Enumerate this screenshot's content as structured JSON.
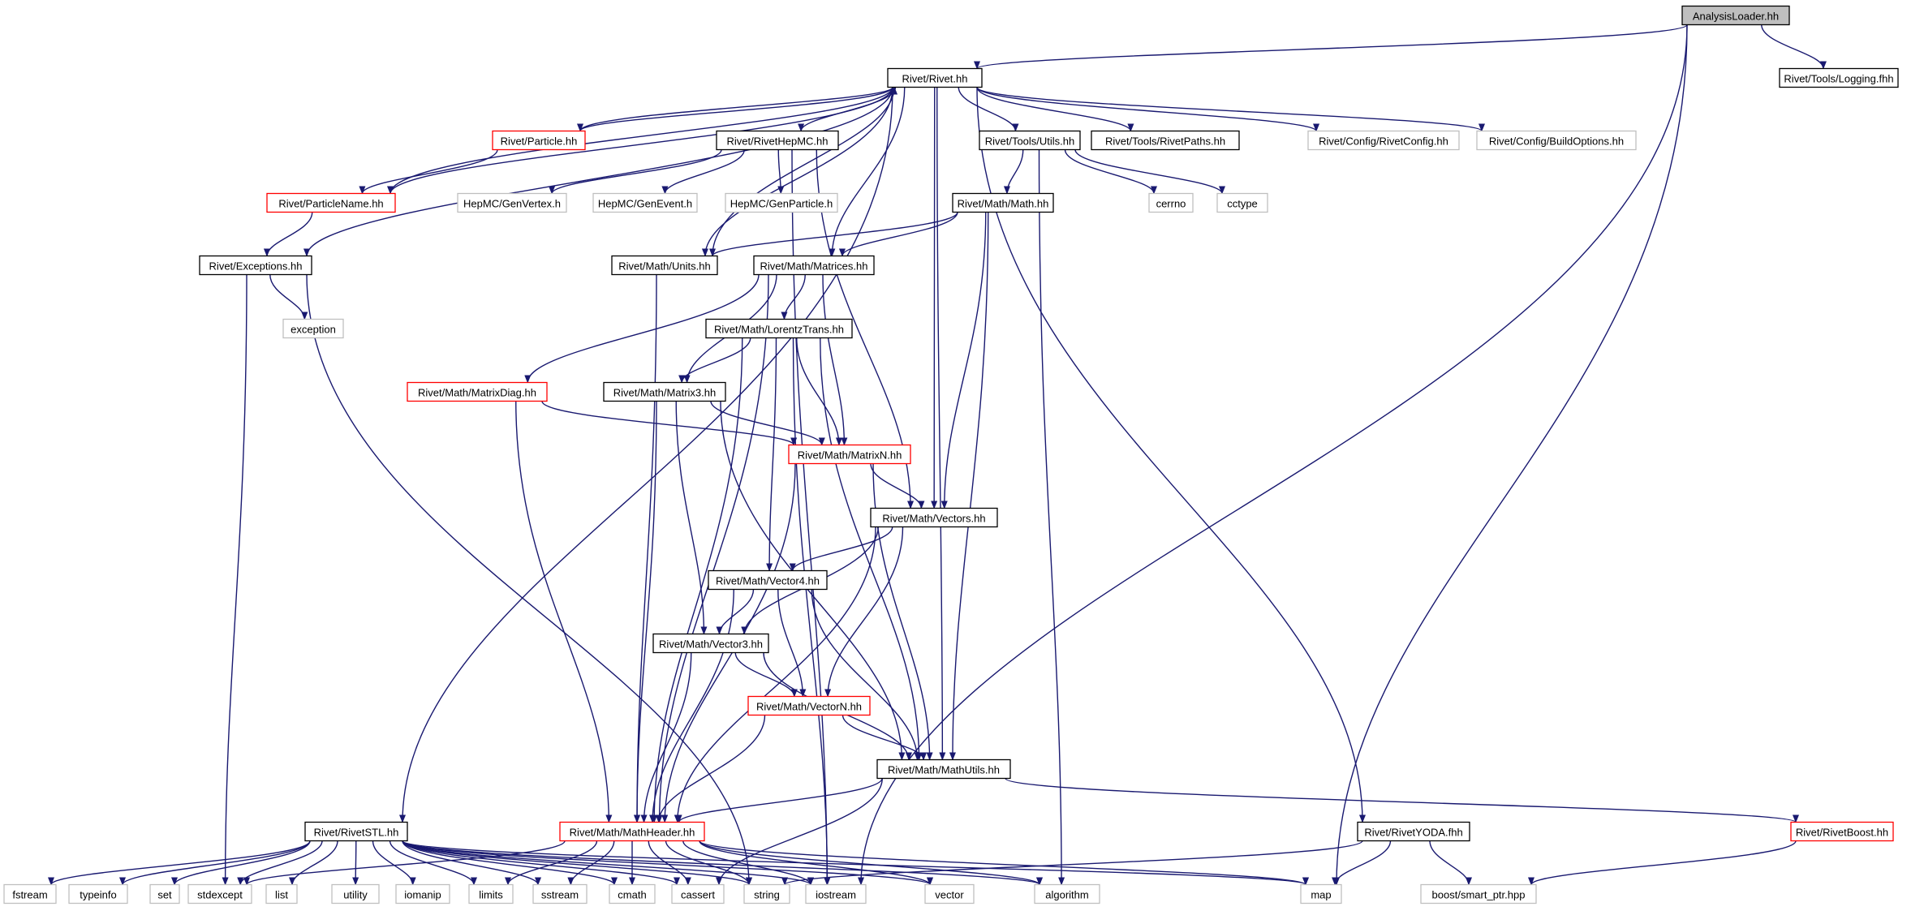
{
  "colors": {
    "edge": "#191970",
    "box_black": "#000000",
    "box_red": "#ff0000",
    "box_gray": "#bfbfbf",
    "root_fill": "#bfbfbf"
  },
  "nodes": [
    {
      "id": "analysisloader",
      "label": "AnalysisLoader.hh",
      "style": "root"
    },
    {
      "id": "rivet",
      "label": "Rivet/Rivet.hh",
      "style": "black"
    },
    {
      "id": "logging",
      "label": "Rivet/Tools/Logging.fhh",
      "style": "black"
    },
    {
      "id": "particle",
      "label": "Rivet/Particle.hh",
      "style": "red"
    },
    {
      "id": "rivethepmc",
      "label": "Rivet/RivetHepMC.hh",
      "style": "black"
    },
    {
      "id": "toolsutils",
      "label": "Rivet/Tools/Utils.hh",
      "style": "black"
    },
    {
      "id": "rivetpaths",
      "label": "Rivet/Tools/RivetPaths.hh",
      "style": "black"
    },
    {
      "id": "rivetconfig",
      "label": "Rivet/Config/RivetConfig.hh",
      "style": "gray"
    },
    {
      "id": "buildoptions",
      "label": "Rivet/Config/BuildOptions.hh",
      "style": "gray"
    },
    {
      "id": "particlename",
      "label": "Rivet/ParticleName.hh",
      "style": "red"
    },
    {
      "id": "genvertex",
      "label": "HepMC/GenVertex.h",
      "style": "gray"
    },
    {
      "id": "genevent",
      "label": "HepMC/GenEvent.h",
      "style": "gray"
    },
    {
      "id": "genparticle",
      "label": "HepMC/GenParticle.h",
      "style": "gray"
    },
    {
      "id": "mathmath",
      "label": "Rivet/Math/Math.hh",
      "style": "black"
    },
    {
      "id": "cerrno",
      "label": "cerrno",
      "style": "gray"
    },
    {
      "id": "cctype",
      "label": "cctype",
      "style": "gray"
    },
    {
      "id": "exceptions",
      "label": "Rivet/Exceptions.hh",
      "style": "black"
    },
    {
      "id": "units",
      "label": "Rivet/Math/Units.hh",
      "style": "black"
    },
    {
      "id": "matrices",
      "label": "Rivet/Math/Matrices.hh",
      "style": "black"
    },
    {
      "id": "exception",
      "label": "exception",
      "style": "gray"
    },
    {
      "id": "lorentztrans",
      "label": "Rivet/Math/LorentzTrans.hh",
      "style": "black"
    },
    {
      "id": "matrixdiag",
      "label": "Rivet/Math/MatrixDiag.hh",
      "style": "red"
    },
    {
      "id": "matrix3",
      "label": "Rivet/Math/Matrix3.hh",
      "style": "black"
    },
    {
      "id": "matrixn",
      "label": "Rivet/Math/MatrixN.hh",
      "style": "red"
    },
    {
      "id": "vectors",
      "label": "Rivet/Math/Vectors.hh",
      "style": "black"
    },
    {
      "id": "vector4",
      "label": "Rivet/Math/Vector4.hh",
      "style": "black"
    },
    {
      "id": "vector3",
      "label": "Rivet/Math/Vector3.hh",
      "style": "black"
    },
    {
      "id": "vectorn",
      "label": "Rivet/Math/VectorN.hh",
      "style": "red"
    },
    {
      "id": "mathutils",
      "label": "Rivet/Math/MathUtils.hh",
      "style": "black"
    },
    {
      "id": "rivetstl",
      "label": "Rivet/RivetSTL.hh",
      "style": "black"
    },
    {
      "id": "mathheader",
      "label": "Rivet/Math/MathHeader.hh",
      "style": "red"
    },
    {
      "id": "rivetyoda",
      "label": "Rivet/RivetYODA.fhh",
      "style": "black"
    },
    {
      "id": "rivetboost",
      "label": "Rivet/RivetBoost.hh",
      "style": "red"
    },
    {
      "id": "fstream",
      "label": "fstream",
      "style": "gray"
    },
    {
      "id": "typeinfo",
      "label": "typeinfo",
      "style": "gray"
    },
    {
      "id": "set",
      "label": "set",
      "style": "gray"
    },
    {
      "id": "stdexcept",
      "label": "stdexcept",
      "style": "gray"
    },
    {
      "id": "list",
      "label": "list",
      "style": "gray"
    },
    {
      "id": "utility",
      "label": "utility",
      "style": "gray"
    },
    {
      "id": "iomanip",
      "label": "iomanip",
      "style": "gray"
    },
    {
      "id": "limits",
      "label": "limits",
      "style": "gray"
    },
    {
      "id": "sstream",
      "label": "sstream",
      "style": "gray"
    },
    {
      "id": "cmath",
      "label": "cmath",
      "style": "gray"
    },
    {
      "id": "cassert",
      "label": "cassert",
      "style": "gray"
    },
    {
      "id": "string",
      "label": "string",
      "style": "gray"
    },
    {
      "id": "iostream",
      "label": "iostream",
      "style": "gray"
    },
    {
      "id": "vector",
      "label": "vector",
      "style": "gray"
    },
    {
      "id": "algorithm",
      "label": "algorithm",
      "style": "gray"
    },
    {
      "id": "map",
      "label": "map",
      "style": "gray"
    },
    {
      "id": "smartptr",
      "label": "boost/smart_ptr.hpp",
      "style": "gray"
    }
  ],
  "edges": [
    [
      "analysisloader",
      "rivet"
    ],
    [
      "analysisloader",
      "logging"
    ],
    [
      "analysisloader",
      "iostream"
    ],
    [
      "analysisloader",
      "map"
    ],
    [
      "rivet",
      "particle"
    ],
    [
      "rivet",
      "rivethepmc"
    ],
    [
      "rivet",
      "toolsutils"
    ],
    [
      "rivet",
      "rivetpaths"
    ],
    [
      "rivet",
      "rivetconfig"
    ],
    [
      "rivet",
      "buildoptions"
    ],
    [
      "rivet",
      "particlename"
    ],
    [
      "rivet",
      "exceptions"
    ],
    [
      "rivet",
      "units"
    ],
    [
      "rivet",
      "matrices"
    ],
    [
      "rivet",
      "vectors"
    ],
    [
      "rivet",
      "mathutils"
    ],
    [
      "rivet",
      "rivetstl"
    ],
    [
      "rivet",
      "rivetyoda"
    ],
    [
      "particle",
      "rivet"
    ],
    [
      "particle",
      "particlename"
    ],
    [
      "particlename",
      "rivet"
    ],
    [
      "particlename",
      "exceptions"
    ],
    [
      "rivethepmc",
      "genvertex"
    ],
    [
      "rivethepmc",
      "genevent"
    ],
    [
      "rivethepmc",
      "genparticle"
    ],
    [
      "rivethepmc",
      "vectors"
    ],
    [
      "rivethepmc",
      "iostream"
    ],
    [
      "toolsutils",
      "mathmath"
    ],
    [
      "toolsutils",
      "cerrno"
    ],
    [
      "toolsutils",
      "cctype"
    ],
    [
      "toolsutils",
      "algorithm"
    ],
    [
      "units",
      "rivet"
    ],
    [
      "units",
      "mathheader"
    ],
    [
      "exceptions",
      "exception"
    ],
    [
      "exceptions",
      "stdexcept"
    ],
    [
      "exceptions",
      "string"
    ],
    [
      "mathmath",
      "units"
    ],
    [
      "mathmath",
      "matrices"
    ],
    [
      "mathmath",
      "vectors"
    ],
    [
      "mathmath",
      "mathutils"
    ],
    [
      "matrices",
      "lorentztrans"
    ],
    [
      "matrices",
      "matrixdiag"
    ],
    [
      "matrices",
      "matrix3"
    ],
    [
      "matrices",
      "matrixn"
    ],
    [
      "matrices",
      "mathheader"
    ],
    [
      "lorentztrans",
      "matrix3"
    ],
    [
      "lorentztrans",
      "matrixn"
    ],
    [
      "lorentztrans",
      "vector4"
    ],
    [
      "lorentztrans",
      "mathutils"
    ],
    [
      "lorentztrans",
      "mathheader"
    ],
    [
      "lorentztrans",
      "iostream"
    ],
    [
      "matrixdiag",
      "matrixn"
    ],
    [
      "matrixdiag",
      "mathheader"
    ],
    [
      "matrix3",
      "matrixn"
    ],
    [
      "matrix3",
      "vector3"
    ],
    [
      "matrix3",
      "mathutils"
    ],
    [
      "matrix3",
      "mathheader"
    ],
    [
      "matrixn",
      "vectors"
    ],
    [
      "matrixn",
      "mathutils"
    ],
    [
      "matrixn",
      "mathheader"
    ],
    [
      "vectors",
      "vector4"
    ],
    [
      "vectors",
      "vector3"
    ],
    [
      "vectors",
      "vectorn"
    ],
    [
      "vectors",
      "mathheader"
    ],
    [
      "vector4",
      "vector3"
    ],
    [
      "vector4",
      "vectorn"
    ],
    [
      "vector4",
      "mathutils"
    ],
    [
      "vector4",
      "mathheader"
    ],
    [
      "vector3",
      "vectorn"
    ],
    [
      "vector3",
      "mathutils"
    ],
    [
      "vector3",
      "mathheader"
    ],
    [
      "vectorn",
      "mathutils"
    ],
    [
      "vectorn",
      "mathheader"
    ],
    [
      "mathutils",
      "mathheader"
    ],
    [
      "mathutils",
      "rivetboost"
    ],
    [
      "mathutils",
      "cassert"
    ],
    [
      "rivetstl",
      "fstream"
    ],
    [
      "rivetstl",
      "typeinfo"
    ],
    [
      "rivetstl",
      "set"
    ],
    [
      "rivetstl",
      "stdexcept"
    ],
    [
      "rivetstl",
      "list"
    ],
    [
      "rivetstl",
      "utility"
    ],
    [
      "rivetstl",
      "iomanip"
    ],
    [
      "rivetstl",
      "limits"
    ],
    [
      "rivetstl",
      "sstream"
    ],
    [
      "rivetstl",
      "cmath"
    ],
    [
      "rivetstl",
      "cassert"
    ],
    [
      "rivetstl",
      "string"
    ],
    [
      "rivetstl",
      "iostream"
    ],
    [
      "rivetstl",
      "vector"
    ],
    [
      "rivetstl",
      "algorithm"
    ],
    [
      "rivetstl",
      "map"
    ],
    [
      "mathheader",
      "stdexcept"
    ],
    [
      "mathheader",
      "limits"
    ],
    [
      "mathheader",
      "sstream"
    ],
    [
      "mathheader",
      "cmath"
    ],
    [
      "mathheader",
      "cassert"
    ],
    [
      "mathheader",
      "string"
    ],
    [
      "mathheader",
      "iostream"
    ],
    [
      "mathheader",
      "vector"
    ],
    [
      "mathheader",
      "algorithm"
    ],
    [
      "mathheader",
      "map"
    ],
    [
      "rivetyoda",
      "string"
    ],
    [
      "rivetyoda",
      "map"
    ],
    [
      "rivetyoda",
      "smartptr"
    ],
    [
      "rivetboost",
      "smartptr"
    ]
  ]
}
